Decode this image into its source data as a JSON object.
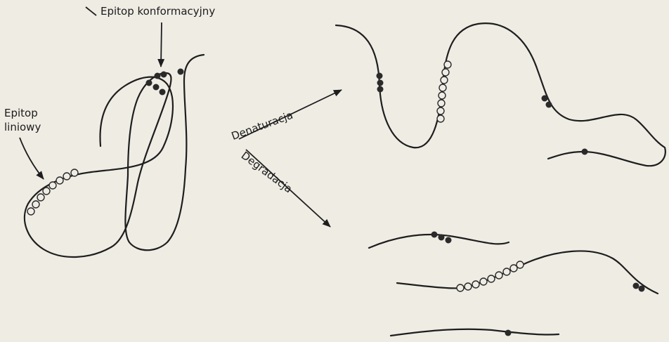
{
  "labels": {
    "conformational_epitope": "Epitop konformacyjny",
    "linear_epitope_line1": "Epitop",
    "linear_epitope_line2": "liniowy",
    "denaturation": "Denaturacja",
    "degradation": "Degradacja"
  },
  "colors": {
    "background": "#efece4",
    "ink": "#1e1e1e"
  }
}
